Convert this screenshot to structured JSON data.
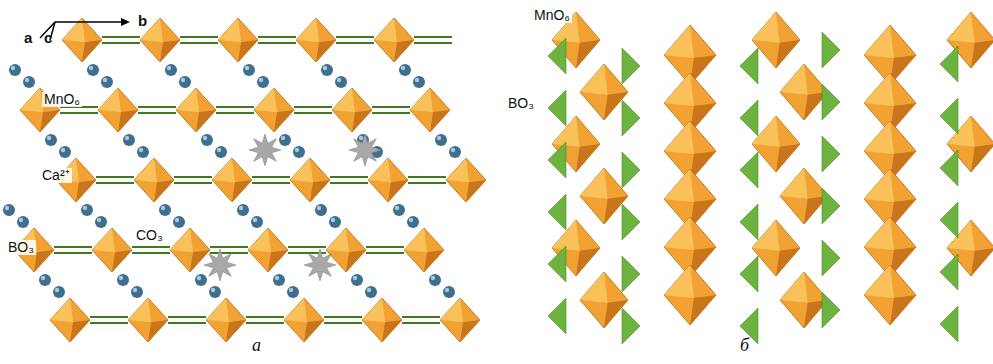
{
  "diagram": {
    "labels": [
      "a",
      "c",
      "b",
      "MnO₆",
      "Ca²⁺",
      "BO₃",
      "CO₃",
      "а",
      "MnO₆",
      "BO₃",
      "б"
    ]
  }
}
